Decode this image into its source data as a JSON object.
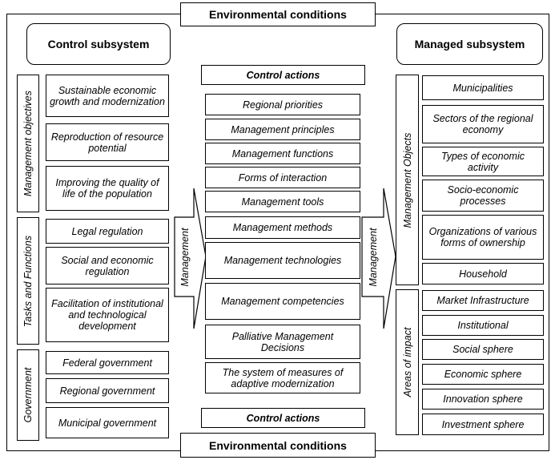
{
  "environment": {
    "top": "Environmental conditions",
    "bottom": "Environmental conditions"
  },
  "control_subsystem": {
    "title": "Control subsystem",
    "groups": [
      {
        "label": "Management objectives",
        "items": [
          "Sustainable economic growth and modernization",
          "Reproduction of resource potential",
          "Improving the quality of life of the population"
        ]
      },
      {
        "label": "Tasks and Functions",
        "items": [
          "Legal regulation",
          "Social and economic regulation",
          "Facilitation of institutional and technological development"
        ]
      },
      {
        "label": "Government",
        "items": [
          "Federal government",
          "Regional government",
          "Municipal government"
        ]
      }
    ]
  },
  "center": {
    "top_header": "Control actions",
    "bottom_header": "Control actions",
    "items": [
      "Regional priorities",
      "Management principles",
      "Management functions",
      "Forms of interaction",
      "Management tools",
      "Management methods",
      "Management technologies",
      "Management competencies",
      "Palliative Management Decisions",
      "The system of measures of adaptive modernization"
    ]
  },
  "arrows": {
    "left": "Management",
    "right": "Management"
  },
  "managed_subsystem": {
    "title": "Managed subsystem",
    "groups": [
      {
        "label": "Management Objects",
        "items": [
          "Municipalities",
          "Sectors of the regional economy",
          "Types of economic activity",
          "Socio-economic processes",
          "Organizations of various forms of ownership",
          "Household"
        ]
      },
      {
        "label": "Areas of impact",
        "items": [
          "Market Infrastructure",
          "Institutional",
          "Social sphere",
          "Economic sphere",
          "Innovation sphere",
          "Investment sphere"
        ]
      }
    ]
  }
}
